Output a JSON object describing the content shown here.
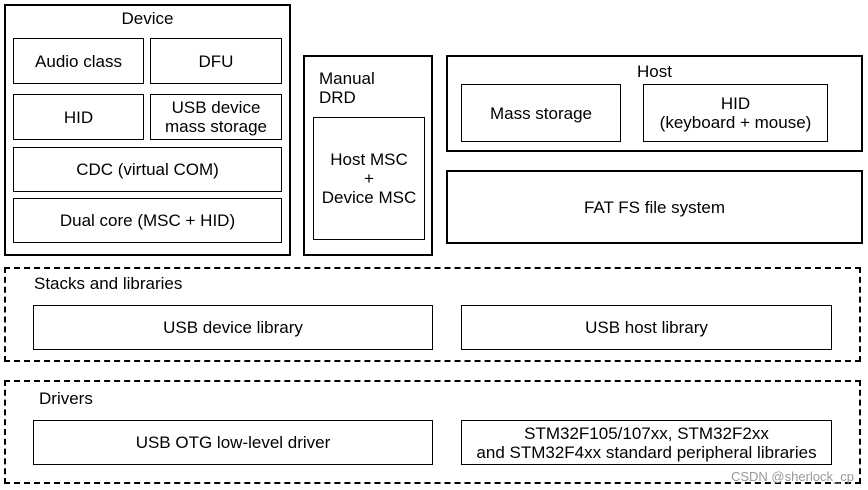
{
  "device": {
    "title": "Device",
    "items": [
      "Audio class",
      "DFU",
      "HID",
      "USB device\nmass storage",
      "CDC (virtual COM)",
      "Dual core (MSC + HID)"
    ]
  },
  "manual_drd": {
    "title": "Manual\nDRD",
    "content": "Host MSC\n+\nDevice MSC"
  },
  "host": {
    "title": "Host",
    "items": [
      "Mass storage",
      "HID\n(keyboard + mouse)"
    ]
  },
  "fatfs": {
    "label": "FAT FS file system"
  },
  "stacks": {
    "title": "Stacks and libraries",
    "items": [
      "USB device library",
      "USB host library"
    ]
  },
  "drivers": {
    "title": "Drivers",
    "items": [
      "USB OTG low-level driver",
      "STM32F105/107xx, STM32F2xx\nand STM32F4xx standard peripheral libraries"
    ]
  },
  "watermark": "CSDN @sherlock_cp"
}
